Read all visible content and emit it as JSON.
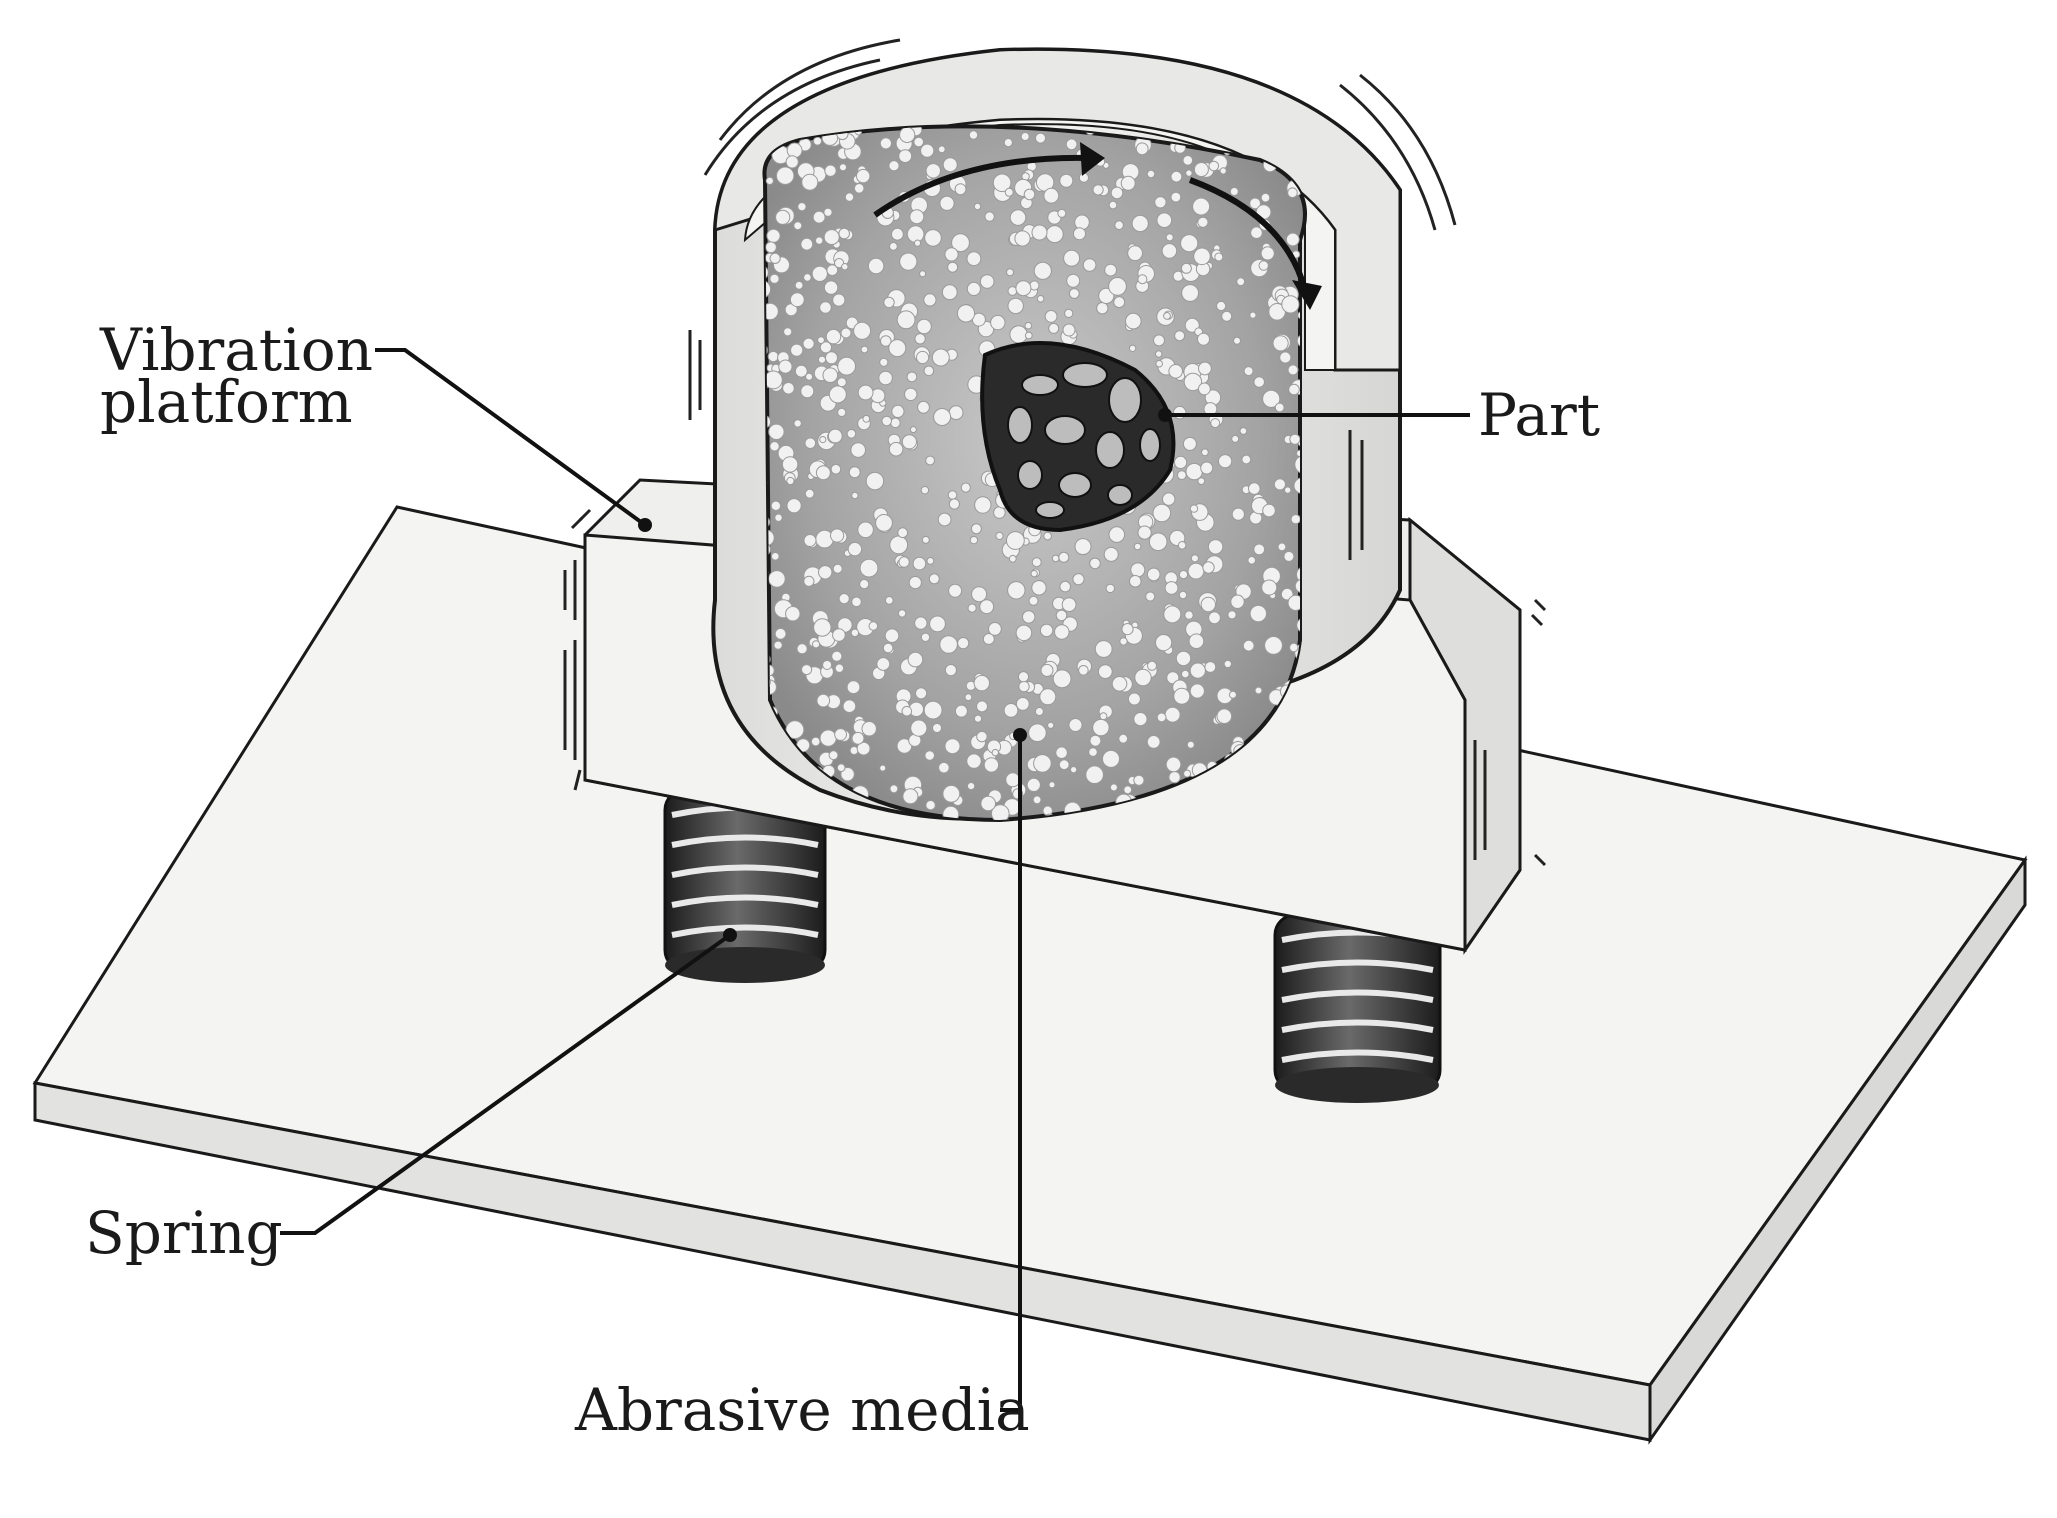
{
  "diagram": {
    "labels": {
      "vibration_platform_line1": "Vibration",
      "vibration_platform_line2": "platform",
      "part": "Part",
      "spring": "Spring",
      "abrasive_media": "Abrasive media"
    },
    "colors": {
      "outline": "#1a1a1a",
      "base_plate": "#f4f4f2",
      "platform": "#efefed",
      "bowl_rim": "#e6e6e4",
      "media_fill": "#9a9a9a",
      "spring": "#2b2b2b"
    },
    "icons": [
      "rotation-arrow-icon",
      "lattice-part-icon",
      "coil-spring-icon"
    ]
  }
}
